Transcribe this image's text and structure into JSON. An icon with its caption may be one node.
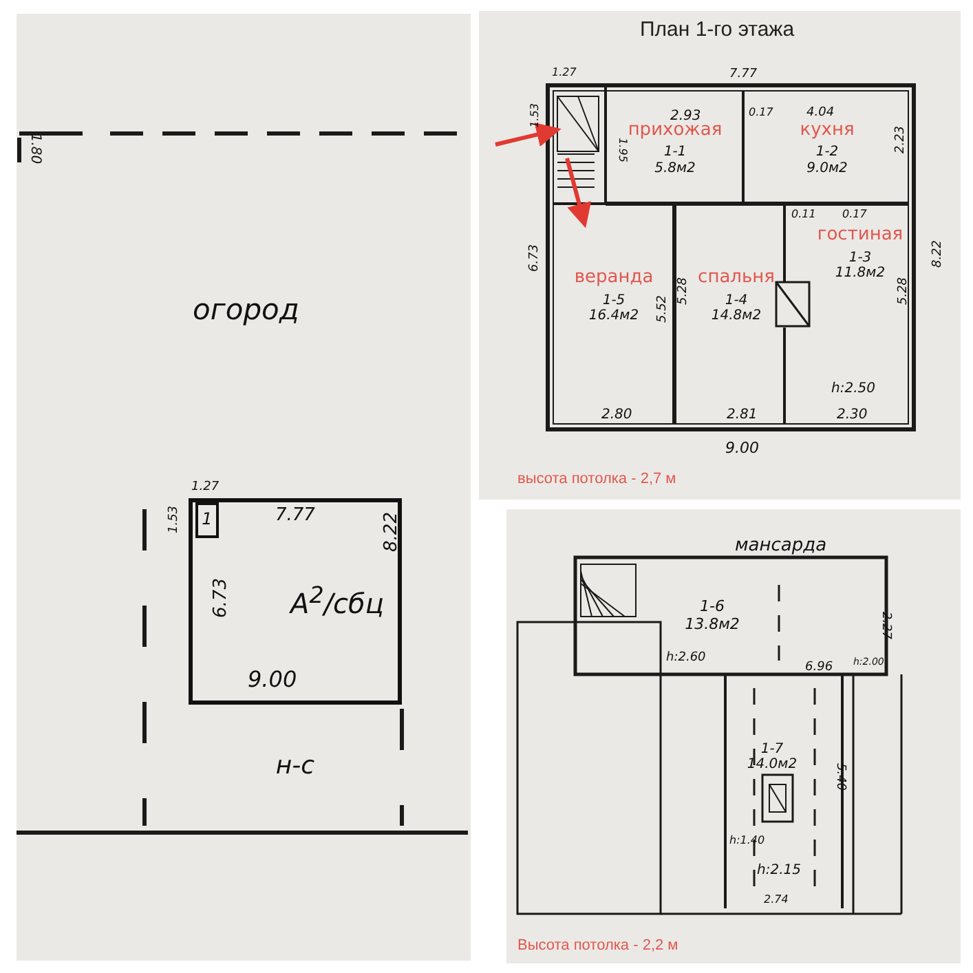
{
  "diagram": {
    "nodes": [
      {
        "text": [
          "А$^{2}$/сбц"
        ]
      },
      {
        "text": [
          "1"
        ],
        "in": 0
      },
      {
        "text": [
          "н-с"
        ]
      },
      {
        "text": [
          "прихожая",
          "1-1",
          "5.8м2"
        ]
      },
      {
        "text": [
          "кухня",
          "1-2",
          "9.0м2"
        ]
      },
      {
        "text": [
          "гостиная",
          "1-3",
          "11.8м2"
        ]
      },
      {
        "text": [
          "спальня",
          "1-4",
          "14.8м2"
        ]
      },
      {
        "text": [
          "веранда",
          "1-5",
          "16.4м2"
        ]
      },
      {
        "text": [
          "1-6",
          "13.8м2"
        ]
      },
      {
        "text": [
          "1-7",
          "14.0м2"
        ]
      }
    ],
    "edges": [],
    "labels": [
      "огород",
      "1.80",
      "1.27",
      "1.53",
      "7.77",
      "6.73",
      "8.22",
      "9.00",
      "План 1-го этажа",
      "1.27",
      "7.77",
      "1.53",
      "2.93",
      "0.17",
      "4.04",
      "1.95",
      "2.23",
      "0.11",
      "0.17",
      "6.73",
      "5.52",
      "5.28",
      "5.28",
      "8.22",
      "h:2.50",
      "2.80",
      "2.81",
      "2.30",
      "9.00",
      "высота потолка - 2,7 м",
      "мансарда",
      "2.27",
      "h:2.00",
      "h:2.60",
      "6.96",
      "5.40",
      "h:1.40",
      "h:2.15",
      "2.74",
      "Высота потолка - 2,2 м"
    ]
  }
}
